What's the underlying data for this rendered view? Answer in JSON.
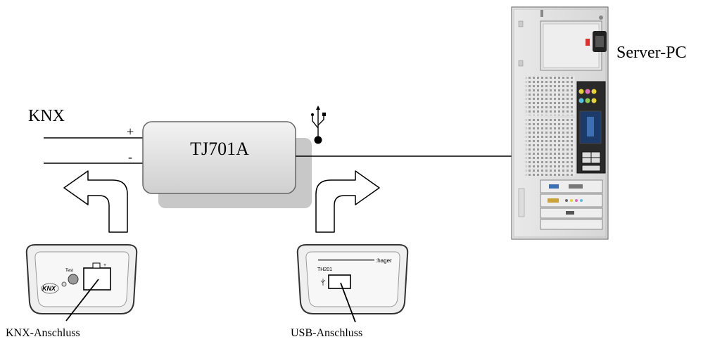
{
  "labels": {
    "knx": "KNX",
    "device": "TJ701A",
    "server": "Server-PC",
    "plus": "+",
    "minus": "-",
    "knx_port": "KNX-Anschluss",
    "usb_port": "USB-Anschluss"
  },
  "device_faces": {
    "knx_face": {
      "test_label": "Test",
      "logo_text": "KNX",
      "plus_mark": "+"
    },
    "usb_face": {
      "model_text": "TH201",
      "brand_text": ":hager"
    }
  },
  "icons": {
    "usb": "usb-icon",
    "arrow_left": "curved-arrow-left-icon",
    "arrow_right": "curved-arrow-right-icon"
  }
}
